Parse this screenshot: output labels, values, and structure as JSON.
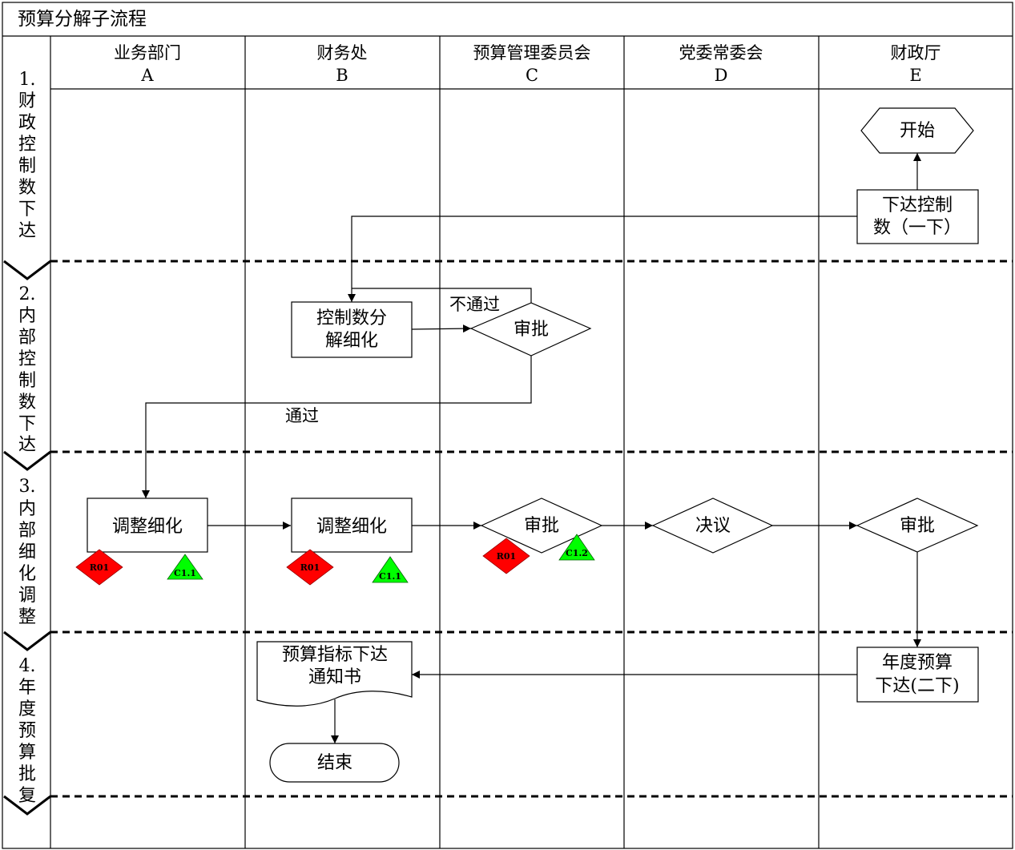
{
  "title": "预算分解子流程",
  "lanes": [
    {
      "name": "业务部门",
      "code": "A"
    },
    {
      "name": "财务处",
      "code": "B"
    },
    {
      "name": "预算管理委员会",
      "code": "C"
    },
    {
      "name": "党委常委会",
      "code": "D"
    },
    {
      "name": "财政厅",
      "code": "E"
    }
  ],
  "phases": [
    {
      "num": "1.",
      "chars": [
        "财",
        "政",
        "控",
        "制",
        "数",
        "下",
        "达"
      ]
    },
    {
      "num": "2.",
      "chars": [
        "内",
        "部",
        "控",
        "制",
        "数",
        "下",
        "达"
      ]
    },
    {
      "num": "3.",
      "chars": [
        "内",
        "部",
        "细",
        "化",
        "调",
        "整"
      ]
    },
    {
      "num": "4.",
      "chars": [
        "年",
        "度",
        "预",
        "算",
        "批",
        "复"
      ]
    }
  ],
  "nodes": {
    "start": "开始",
    "issue_control_l1": "下达控制",
    "issue_control_l2": "数（一下）",
    "decompose_l1": "控制数分",
    "decompose_l2": "解细化",
    "approve_b": "审批",
    "adjust_a": "调整细化",
    "adjust_b": "调整细化",
    "approve_c": "审批",
    "resolution_d": "决议",
    "approve_e": "审批",
    "annual_l1": "年度预算",
    "annual_l2": "下达(二下)",
    "notice_l1": "预算指标下达",
    "notice_l2": "通知书",
    "end": "结束"
  },
  "edge_labels": {
    "reject": "不通过",
    "pass": "通过"
  },
  "markers": {
    "risk": "R01",
    "control_a": "C1.1",
    "control_b": "C1.1",
    "control_c": "C1.2"
  },
  "colors": {
    "risk": "#ff0000",
    "control": "#00ff00"
  }
}
